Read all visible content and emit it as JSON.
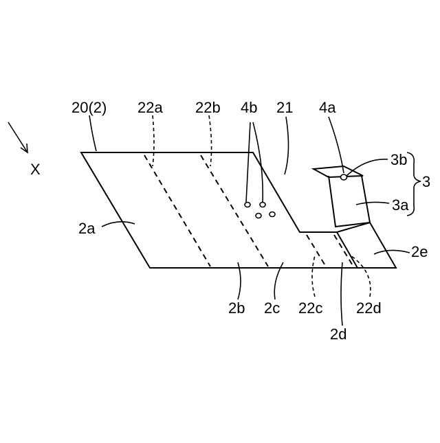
{
  "labels": {
    "direction": "X",
    "sheet": "20(2)",
    "fold_22a": "22a",
    "fold_22b": "22b",
    "holes_4b": "4b",
    "part_21": "21",
    "hole_4a": "4a",
    "part_3b": "3b",
    "part_3": "3",
    "part_3a": "3a",
    "panel_2a": "2a",
    "panel_2e": "2e",
    "panel_2b": "2b",
    "panel_2c": "2c",
    "fold_22c": "22c",
    "fold_22d": "22d",
    "panel_2d": "2d"
  }
}
